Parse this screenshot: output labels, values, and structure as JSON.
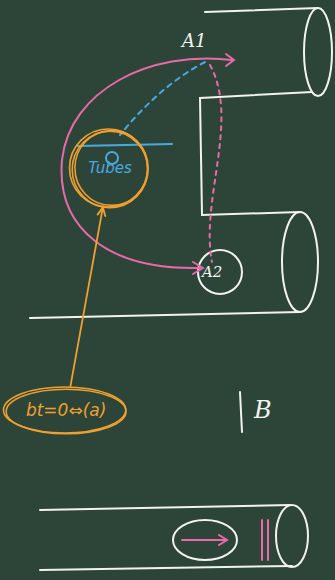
{
  "diagram": {
    "nodes": [
      {
        "text": [
          "Tubes"
        ]
      },
      {
        "text": [
          "bt=0⇔(a)"
        ]
      }
    ],
    "edges": [
      {
        "from": 1,
        "to": 0,
        "arrow": "to"
      }
    ],
    "labels": [
      "A1",
      "A2",
      "B"
    ]
  }
}
